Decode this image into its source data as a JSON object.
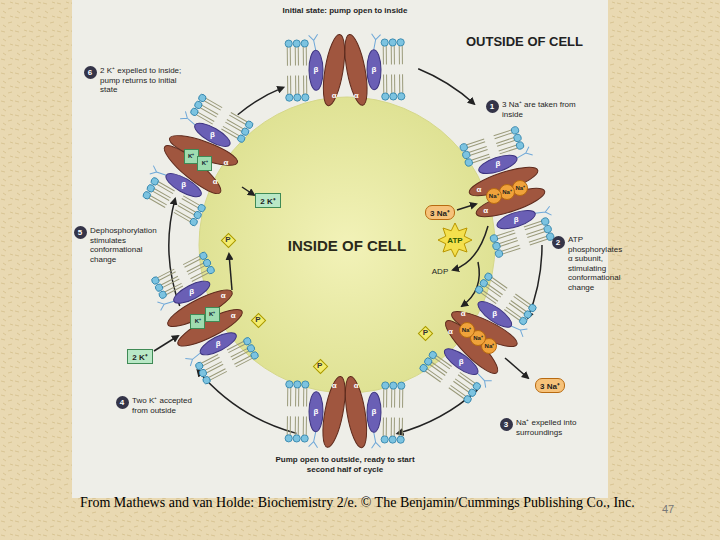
{
  "diagram": {
    "caption": "From Mathews and van Holde: Biochemistry 2/e. © The Benjamin/Cummings Publishing Co., Inc.",
    "nodes": [
      {
        "text": [
          "INSIDE OF CELL"
        ]
      },
      {
        "text": [
          "ATP"
        ]
      }
    ],
    "labels": [
      "Initial state: pump open to inside",
      "OUTSIDE OF CELL",
      "1",
      "3 Na⁺ are taken from inside",
      "3 Na⁺",
      "Na⁺",
      "Na⁺",
      "Na⁺",
      "2",
      "ATP phosphorylates α subunit, stimulating conformational change",
      "ADP",
      "Na⁺",
      "Na⁺",
      "Na⁺",
      "P",
      "3 Na⁺",
      "3",
      "Na⁺ expelled into surroundings",
      "P",
      "Pump open to outside, ready to start second half of cycle",
      "2 K⁺",
      "4",
      "Two K⁺ accepted from outside",
      "P",
      "K⁺",
      "K⁺",
      "P",
      "5",
      "Dephosphorylation stimulates conformational change",
      "K⁺",
      "K⁺",
      "2 K⁺",
      "6",
      "2 K⁺ expelled to inside; pump returns to initial state",
      "47",
      "α",
      "α",
      "β",
      "β",
      "α",
      "α",
      "β",
      "β",
      "α",
      "α",
      "β",
      "β",
      "α",
      "α",
      "β",
      "β",
      "α",
      "α",
      "β",
      "β",
      "α",
      "α",
      "β",
      "β"
    ]
  }
}
